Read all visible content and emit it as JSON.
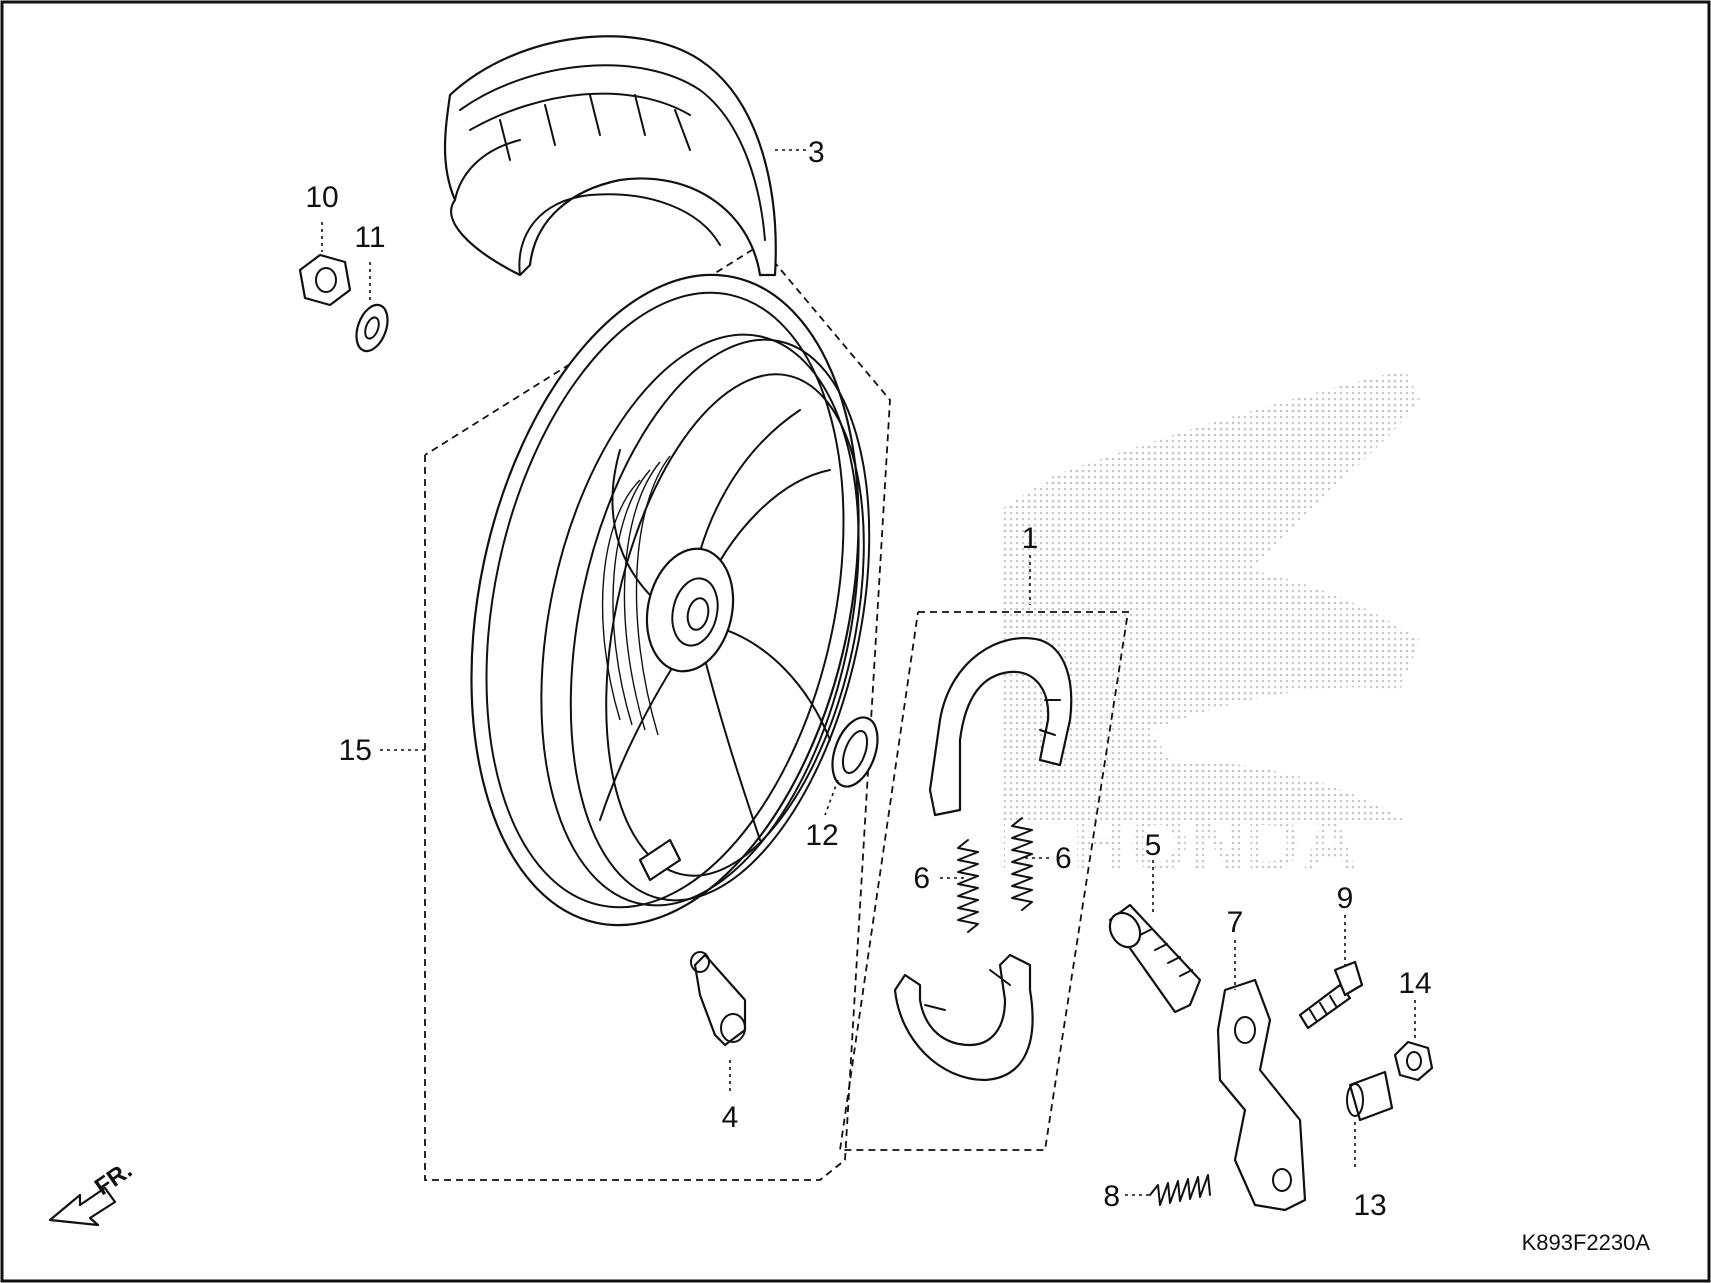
{
  "drawing_code": "K893F2230A",
  "front_indicator": "FR.",
  "logo_text": "HONDA",
  "colors": {
    "ink": "#111111",
    "paper": "#ffffff",
    "watermark": "#c8c8c8"
  },
  "callouts": {
    "c1": "1",
    "c3": "3",
    "c4": "4",
    "c5": "5",
    "c6a": "6",
    "c6b": "6",
    "c7": "7",
    "c8": "8",
    "c9": "9",
    "c10": "10",
    "c11": "11",
    "c12": "12",
    "c13": "13",
    "c14": "14",
    "c15": "15"
  }
}
